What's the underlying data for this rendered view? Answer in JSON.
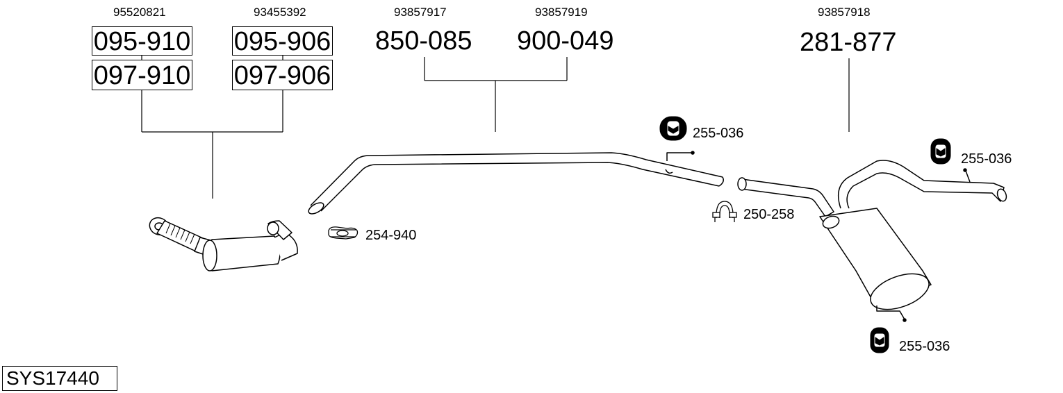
{
  "diagram": {
    "system_code": "SYS17440",
    "groups": [
      {
        "id": "front-pipe-catalyst",
        "oem_numbers": [
          "95520821",
          "93455392"
        ],
        "part_numbers": [
          [
            "095-910",
            "097-910"
          ],
          [
            "095-906",
            "097-906"
          ]
        ],
        "boxed": true
      },
      {
        "id": "center-pipe",
        "oem_numbers": [
          "93857917",
          "93857919"
        ],
        "part_numbers": [
          "850-085",
          "900-049"
        ],
        "boxed": false
      },
      {
        "id": "rear-silencer",
        "oem_numbers": [
          "93857918"
        ],
        "part_numbers": [
          "281-877"
        ],
        "boxed": false
      }
    ],
    "accessories": [
      {
        "id": "clamp-front",
        "part_number": "254-940",
        "icon": "clamp-icon"
      },
      {
        "id": "clamp-rear",
        "part_number": "250-258",
        "icon": "u-clamp-icon"
      },
      {
        "id": "hanger-center",
        "part_number": "255-036",
        "icon": "rubber-hanger-icon"
      },
      {
        "id": "hanger-tail",
        "part_number": "255-036",
        "icon": "rubber-hanger-icon"
      },
      {
        "id": "hanger-bottom",
        "part_number": "255-036",
        "icon": "rubber-hanger-icon"
      }
    ]
  }
}
